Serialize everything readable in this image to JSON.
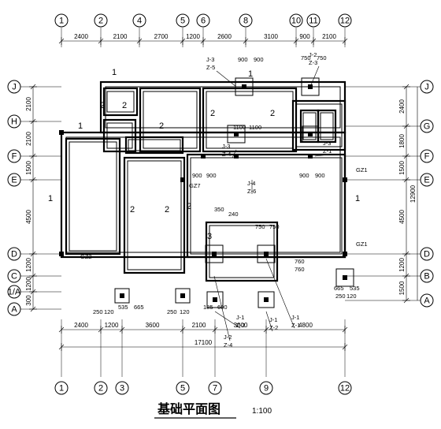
{
  "title": "基础平面图",
  "scale": "1:100",
  "axes_top": [
    "1",
    "2",
    "4",
    "5",
    "6",
    "8",
    "10",
    "11",
    "12"
  ],
  "axes_bottom": [
    "1",
    "2",
    "3",
    "5",
    "7",
    "9",
    "12"
  ],
  "axes_left": [
    "J",
    "H",
    "F",
    "E",
    "D",
    "C",
    "1/A",
    "A"
  ],
  "axes_right": [
    "J",
    "G",
    "F",
    "E",
    "D",
    "B",
    "A"
  ],
  "top_dims": [
    "2400",
    "2100",
    "2700",
    "1200",
    "2600",
    "3100",
    "900",
    "2100"
  ],
  "top_small_dims": [
    "900",
    "900",
    "750",
    "750"
  ],
  "bottom_dims_row1": [
    "2400",
    "1200",
    "3600",
    "2100",
    "3000",
    "4800"
  ],
  "bottom_total": "17100",
  "left_dims": [
    "2100",
    "2100",
    "1500",
    "4500",
    "1200",
    "1200",
    "300"
  ],
  "right_dims": [
    "2400",
    "1800",
    "1500",
    "4500",
    "1200",
    "1500"
  ],
  "right_total": "12900",
  "footing_labels": [
    "J-3",
    "Z-5",
    "J-2",
    "Z-3",
    "J-3",
    "Z-4",
    "J-4",
    "Z-6",
    "J-3",
    "Z-1",
    "J-2",
    "Z-4",
    "J-1",
    "Z-2",
    "J-1",
    "Z-2",
    "J-1",
    "Z-1"
  ],
  "room_marks": [
    "1",
    "2",
    "2",
    "1",
    "2",
    "2",
    "2",
    "1",
    "2",
    "2",
    "1",
    "3",
    "2",
    "1"
  ],
  "column_labels": [
    "GZ1",
    "GZ7",
    "GZ2",
    "GZ1"
  ],
  "misc_dims": [
    "1100",
    "1100",
    "900",
    "900",
    "900",
    "900",
    "350",
    "240",
    "750",
    "750",
    "250",
    "120",
    "665",
    "535",
    "250",
    "120",
    "185",
    "600",
    "760",
    "760",
    "250",
    "120",
    "665",
    "535"
  ]
}
